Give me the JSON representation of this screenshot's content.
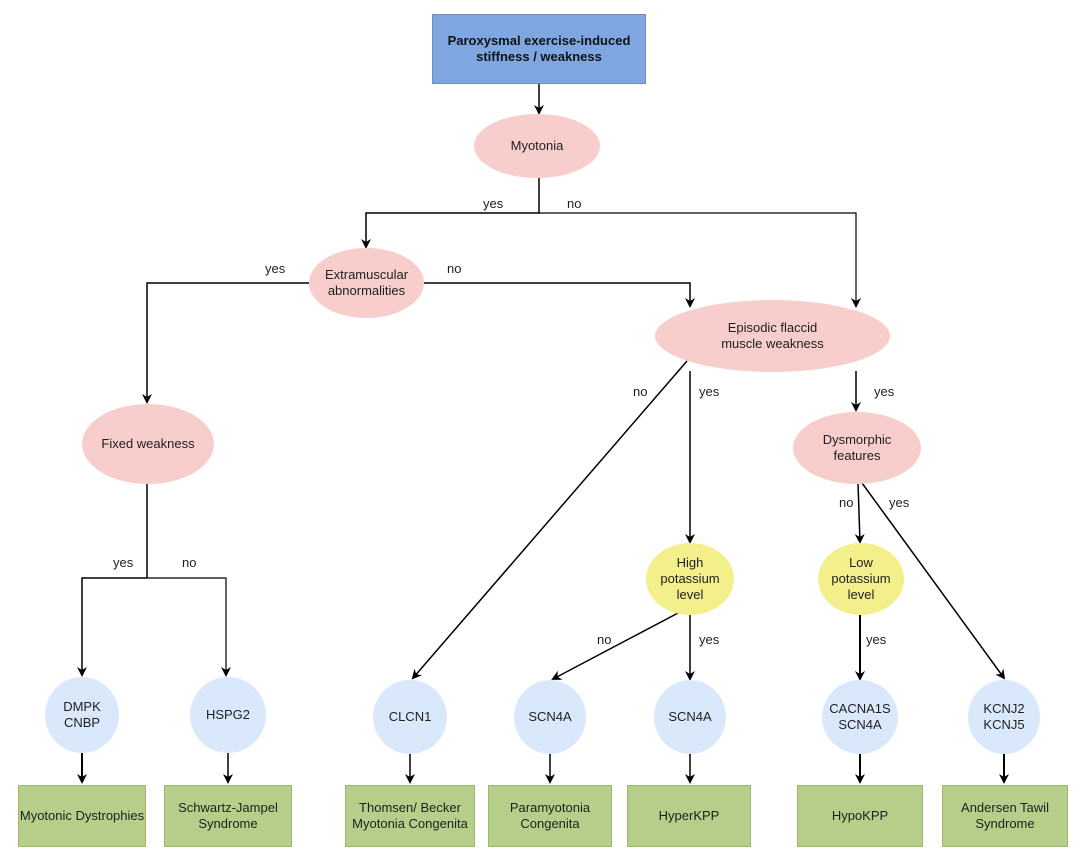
{
  "nodes": {
    "root": "Paroxysmal exercise-induced\nstiffness / weakness",
    "myotonia": "Myotonia",
    "extramuscular": "Extramuscular\nabnormalities",
    "episodic": "Episodic flaccid\nmuscle weakness",
    "fixed_weakness": "Fixed weakness",
    "dysmorphic": "Dysmorphic\nfeatures",
    "high_potassium": "High\npotassium\nlevel",
    "low_potassium": "Low\npotassium\nlevel",
    "gene_dmpk": "DMPK\nCNBP",
    "gene_hspg2": "HSPG2",
    "gene_clcn1": "CLCN1",
    "gene_scn4a_1": "SCN4A",
    "gene_scn4a_2": "SCN4A",
    "gene_cacna1s": "CACNA1S\nSCN4A",
    "gene_kcnj": "KCNJ2\nKCNJ5",
    "dx_myotonic": "Myotonic Dystrophies",
    "dx_schwartz": "Schwartz-Jampel\nSyndrome",
    "dx_thomsen": "Thomsen/ Becker\nMyotonia Congenita",
    "dx_paramyotonia": "Paramyotonia\nCongenita",
    "dx_hyperkpp": "HyperKPP",
    "dx_hypokpp": "HypoKPP",
    "dx_andersen": "Andersen Tawil\nSyndrome"
  },
  "edge_labels": {
    "myotonia_yes": "yes",
    "myotonia_no": "no",
    "extra_yes": "yes",
    "extra_no": "no",
    "episodic_no": "no",
    "episodic_yes": "yes",
    "episodic_yes2": "yes",
    "fixed_yes": "yes",
    "fixed_no": "no",
    "dysmorphic_no": "no",
    "dysmorphic_yes": "yes",
    "high_no": "no",
    "high_yes": "yes",
    "low_yes": "yes"
  },
  "colors": {
    "root_fill": "#7ea6e0",
    "question_fill": "#f8cecc",
    "gene_fill": "#dae8fc",
    "potassium_fill": "#f3ef8a",
    "diagnosis_fill": "#b5cf8a",
    "edge": "#000000"
  }
}
